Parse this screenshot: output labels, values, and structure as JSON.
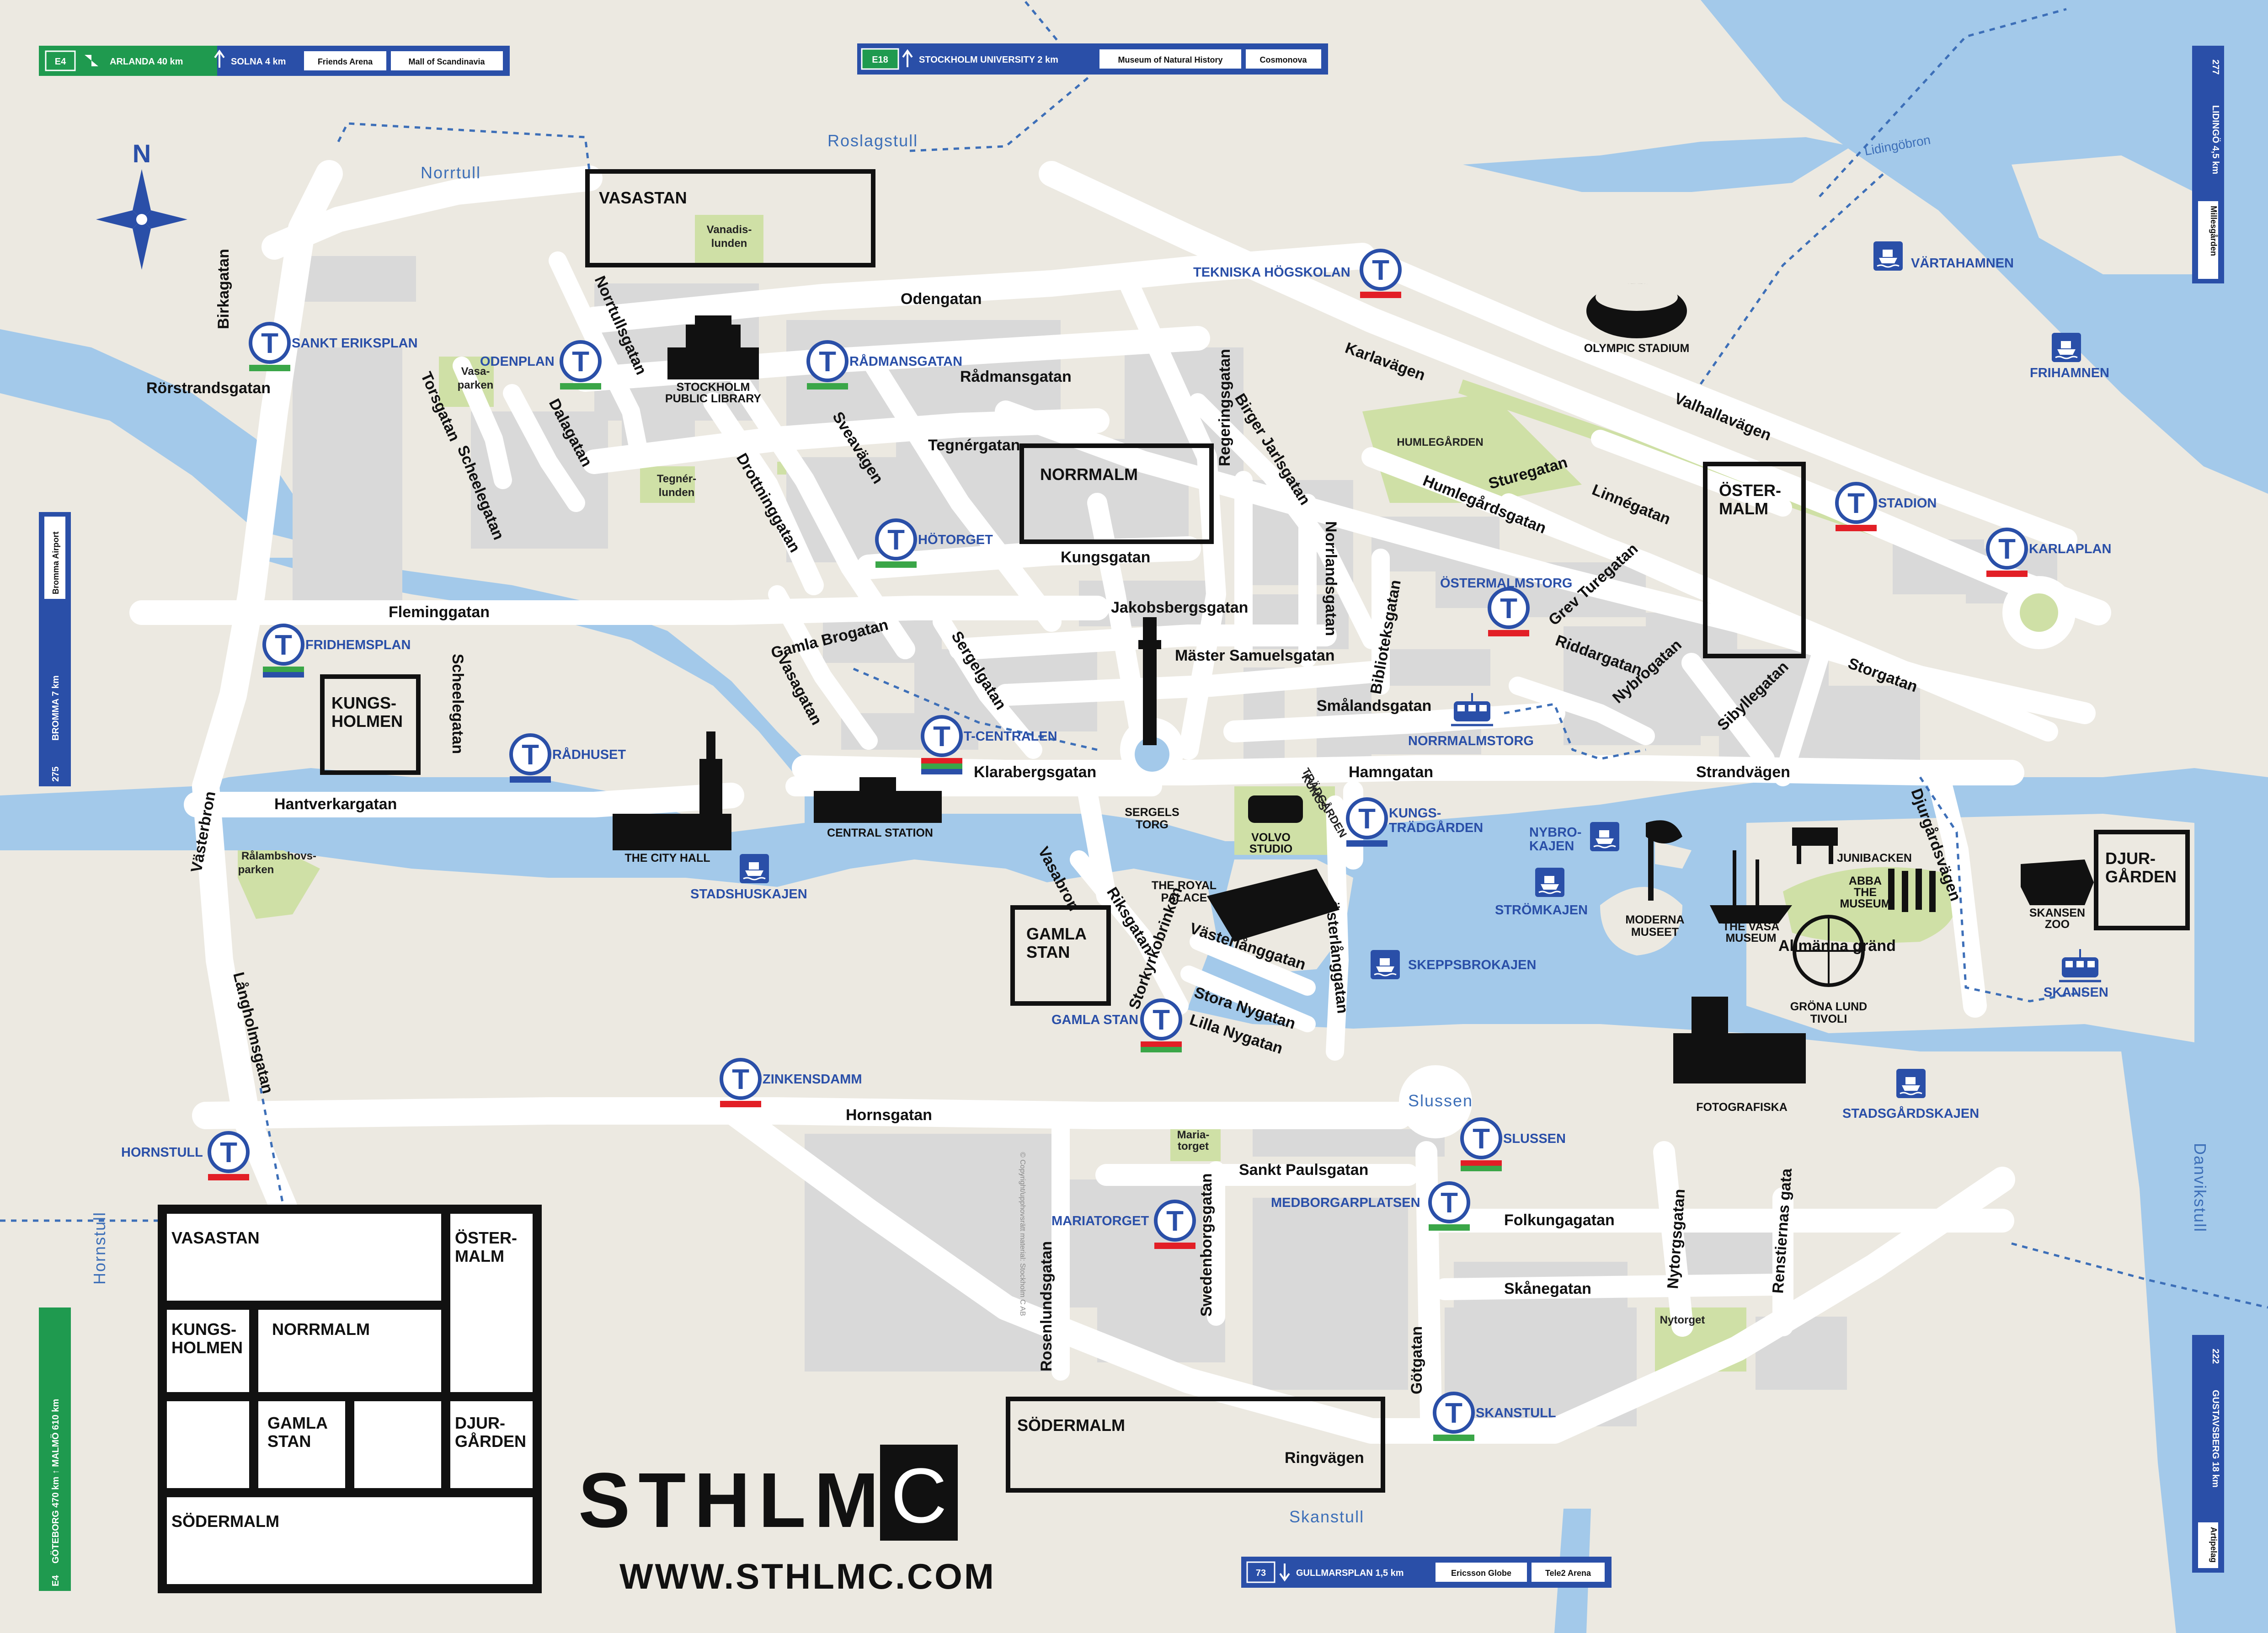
{
  "roads": {
    "odengatan": "Odengatan",
    "radmansgatan": "Rådmansgatan",
    "tegnergatan": "Tegnérgatan",
    "kungsgatan": "Kungsgatan",
    "jakobsbergsgatan": "Jakobsbergsgatan",
    "master_samuelsgatan": "Mäster Samuelsgatan",
    "smalandsgatan": "Smålandsgatan",
    "hamngatan": "Hamngatan",
    "klarabergsgatan": "Klarabergsgatan",
    "fleminggatan": "Fleminggatan",
    "hantverkargatan": "Hantverkargatan",
    "scheelegatan": "Scheelegatan",
    "rorstrandsgatan": "Rörstrandsgatan",
    "birkagatan": "Birkagatan",
    "torsgatan": "Torsgatan",
    "dalagatan": "Dalagatan",
    "norrtullsgatan": "Norrtullsgatan",
    "drottninggatan": "Drottninggatan",
    "sveavagen": "Sveavägen",
    "vasagatan": "Vasagatan",
    "gamla_brogatan": "Gamla Brogatan",
    "sergelgatan": "Sergelgatan",
    "regeringsgatan": "Regeringsgatan",
    "norrlandsgatan": "Norrlandsgatan",
    "birger_jarlsgatan": "Birger Jarlsgatan",
    "biblioteksgatan": "Biblioteksgatan",
    "karlavagen": "Karlavägen",
    "valhallavagen": "Valhallavägen",
    "sturegatan": "Sturegatan",
    "linnegatan": "Linnégatan",
    "humlegardsgatan": "Humlegårdsgatan",
    "grev_turegatan": "Grev Turegatan",
    "riddargatan": "Riddargatan",
    "nybrogatan": "Nybrogatan",
    "sibyllegatan": "Sibyllegatan",
    "storgatan": "Storgatan",
    "strandvagen": "Strandvägen",
    "djurgardsvagen": "Djurgårdsvägen",
    "vasterbron": "Västerbron",
    "langholmsgatan": "Långholmsgatan",
    "hornsgatan": "Hornsgatan",
    "sankt_paulsgatan": "Sankt Paulsgatan",
    "folkungagatan": "Folkungagatan",
    "skanegatan": "Skånegatan",
    "nytorgsgatan": "Nytorgsgatan",
    "renstiernas_gata": "Renstiernas gata",
    "gotgatan": "Götgatan",
    "rosenlundsgatan": "Rosenlundsgatan",
    "swedenborgsgatan": "Swedenborgsgatan",
    "ringvagen": "Ringvägen",
    "riksgatan": "Riksgatan",
    "vasabron": "Vasabron",
    "storkyrkobrinken": "Storkyrkobrinken",
    "vasterlanggatan": "Västerlånggatan",
    "osterlanggatan": "Österlånggatan",
    "stora_nygatan": "Stora Nygatan",
    "lilla_nygatan": "Lilla Nygatan",
    "allmanna_grand": "Allmänna gränd"
  },
  "districts": {
    "norrtull": "Norrtull",
    "roslagstull": "Roslagstull",
    "hornstull": "Hornstull",
    "skanstull": "Skanstull",
    "danvikstull": "Danvikstull",
    "slussen": "Slussen",
    "lidingobron": "Lidingöbron"
  },
  "stations": {
    "tekniska": "TEKNISKA HÖGSKOLAN",
    "sankt_eriksplan": "SANKT ERIKSPLAN",
    "odenplan": "ODENPLAN",
    "radmansgatan": "RÅDMANSGATAN",
    "hotorget": "HÖTORGET",
    "stadion": "STADION",
    "karlaplan": "KARLAPLAN",
    "ostermalmstorg": "ÖSTERMALMSTORG",
    "fridhemsplan": "FRIDHEMSPLAN",
    "radhuset": "RÅDHUSET",
    "t_centralen": "T-CENTRALEN",
    "kungstradgarden_1": "KUNGS-",
    "kungstradgarden_2": "TRÄDGÅRDEN",
    "gamla_stan": "GAMLA STAN",
    "zinkensdamm": "ZINKENSDAMM",
    "hornstull": "HORNSTULL",
    "slussen": "SLUSSEN",
    "medborgarplatsen": "MEDBORGARPLATSEN",
    "mariatorget": "MARIATORGET",
    "skanstull": "SKANSTULL",
    "metro_glyph": "T"
  },
  "tram": {
    "normalmstorg": "NORRMALMSTORG",
    "skansen": "SKANSEN"
  },
  "ferries": {
    "vartahamnen": "VÄRTAHAMNEN",
    "frihamnen": "FRIHAMNEN",
    "stadshuskajen": "STADSHUSKAJEN",
    "nybrokajen_1": "NYBRO-",
    "nybrokajen_2": "KAJEN",
    "stromkajen": "STRÖMKAJEN",
    "skeppsbrokajen": "SKEPPSBROKAJEN",
    "stadsgardskajen": "STADSGÅRDSKAJEN"
  },
  "landmarks": {
    "library_1": "STOCKHOLM",
    "library_2": "PUBLIC LIBRARY",
    "olympic": "OLYMPIC STADIUM",
    "central": "CENTRAL STATION",
    "city_hall": "THE CITY HALL",
    "sergels_1": "SERGELS",
    "sergels_2": "TORG",
    "volvo_1": "VOLVO",
    "volvo_2": "STUDIO",
    "royal_1": "THE ROYAL",
    "royal_2": "PALACE",
    "moderna_1": "MODERNA",
    "moderna_2": "MUSEET",
    "vasa_1": "THE VASA",
    "vasa_2": "MUSEUM",
    "junibacken": "JUNIBACKEN",
    "abba_1": "ABBA",
    "abba_2": "THE",
    "abba_3": "MUSEUM",
    "grona_1": "GRÖNA LUND",
    "grona_2": "TIVOLI",
    "skansen_1": "SKANSEN",
    "skansen_2": "ZOO",
    "fotografiska": "FOTOGRAFISKA"
  },
  "parks": {
    "vanadis_1": "Vanadis-",
    "vanadis_2": "lunden",
    "vasaparken_1": "Vasa-",
    "vasaparken_2": "parken",
    "tegner_1": "Tegnér-",
    "tegner_2": "lunden",
    "humlegarden": "HUMLEGÅRDEN",
    "ralambshov_1": "Rålambshovs-",
    "ralambshov_2": "parken",
    "kungstradg_1": "KUNGS-",
    "kungstradg_2": "TRÄDGÅRDEN",
    "mariatorget_1": "Maria-",
    "mariatorget_2": "torget",
    "nytorget": "Nytorget"
  },
  "area_boxes": {
    "vasastan": "VASASTAN",
    "normalm": "NORRMALM",
    "ostermalm_1": "ÖSTER-",
    "ostermalm_2": "MALM",
    "kungsholmen_1": "KUNGS-",
    "kungsholmen_2": "HOLMEN",
    "gamla_stan_1": "GAMLA",
    "gamla_stan_2": "STAN",
    "djurgarden_1": "DJUR-",
    "djurgarden_2": "GÅRDEN",
    "sodermalm": "SÖDERMALM"
  },
  "legend": {
    "vasastan": "VASASTAN",
    "ostermalm_1": "ÖSTER-",
    "ostermalm_2": "MALM",
    "kungsholmen_1": "KUNGS-",
    "kungsholmen_2": "HOLMEN",
    "normalm": "NORRMALM",
    "gamla_stan_1": "GAMLA",
    "gamla_stan_2": "STAN",
    "djurgarden_1": "DJUR-",
    "djurgarden_2": "GÅRDEN",
    "sodermalm": "SÖDERMALM"
  },
  "brand": {
    "logo_text": "STHLM",
    "logo_letter": "C",
    "url": "WWW.STHLMC.COM"
  },
  "compass": "N",
  "copyright": "© Copyright/upphovsrätt material: Stockholm C AB",
  "signs": {
    "north_left": {
      "route": "E4",
      "dest1": "ARLANDA 40 km",
      "dest2": "SOLNA 4 km",
      "box1": "Friends Arena",
      "box2": "Mall of Scandinavia"
    },
    "north_center": {
      "route": "E18",
      "dest": "STOCKHOLM UNIVERSITY 2 km",
      "box1": "Museum of Natural History",
      "box2": "Cosmonova"
    },
    "east_top": {
      "route": "277",
      "dest": "LIDINGÖ 4,5 km",
      "box": "Millesgården"
    },
    "west_mid": {
      "route": "275",
      "dest": "BROMMA 7 km",
      "box": "Bromma Airport"
    },
    "west_bottom": {
      "route": "E4",
      "dest": "GÖTEBORG 470 km ↑ MALMÖ 610 km"
    },
    "east_bottom": {
      "route": "222",
      "dest": "GUSTAVSBERG 18 km",
      "box": "Artipelag"
    },
    "south": {
      "route": "73",
      "dest": "GULLMARSPLAN 1,5 km",
      "box1": "Ericsson Globe",
      "box2": "Tele2 Arena"
    }
  },
  "colors": {
    "water": "#a3c9ea",
    "land": "#ece9e1",
    "road": "#ffffff",
    "block": "#d9d9d9",
    "park": "#cfe0a6",
    "metro_blue": "#2a4fa8",
    "sign_blue": "#2a4fa8",
    "sign_green": "#1f9a4f",
    "line_red": "#e21f26",
    "line_green": "#3aa648"
  }
}
